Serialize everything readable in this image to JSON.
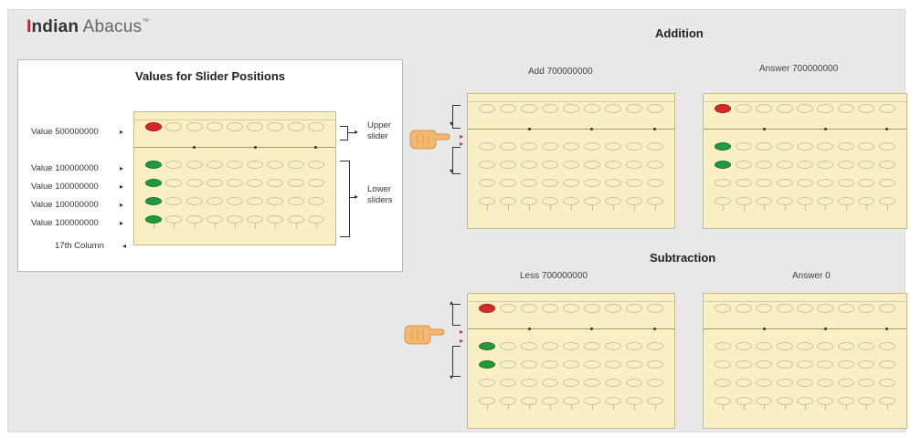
{
  "logo": {
    "first_letter": "I",
    "rest_bold": "ndian",
    "light": " Abacus",
    "trademark": "™"
  },
  "legend_panel": {
    "title": "Values for Slider Positions",
    "row_labels": [
      "Value 500000000",
      "Value 100000000",
      "Value 100000000",
      "Value 100000000",
      "Value 100000000"
    ],
    "column_label": "17th Column",
    "upper_label_line1": "Upper",
    "upper_label_line2": "slider",
    "lower_label_line1": "Lower",
    "lower_label_line2": "sliders"
  },
  "addition": {
    "title": "Addition",
    "left_caption": "Add 700000000",
    "right_caption": "Answer 700000000"
  },
  "subtraction": {
    "title": "Subtraction",
    "left_caption": "Less 700000000",
    "right_caption": "Answer 0"
  },
  "colors": {
    "frame": "#f8f0c4",
    "upper_active": "#d62a2a",
    "lower_active": "#1f9a3a",
    "logo_accent": "#cc1f1f"
  },
  "abaci": {
    "legend": {
      "upper_active": 1,
      "lower_active": 4
    },
    "add_left": {
      "upper_active": 0,
      "lower_active": 0
    },
    "add_right": {
      "upper_active": 1,
      "lower_active": 2
    },
    "sub_left": {
      "upper_active": 1,
      "lower_active": 2
    },
    "sub_right": {
      "upper_active": 0,
      "lower_active": 0
    }
  }
}
